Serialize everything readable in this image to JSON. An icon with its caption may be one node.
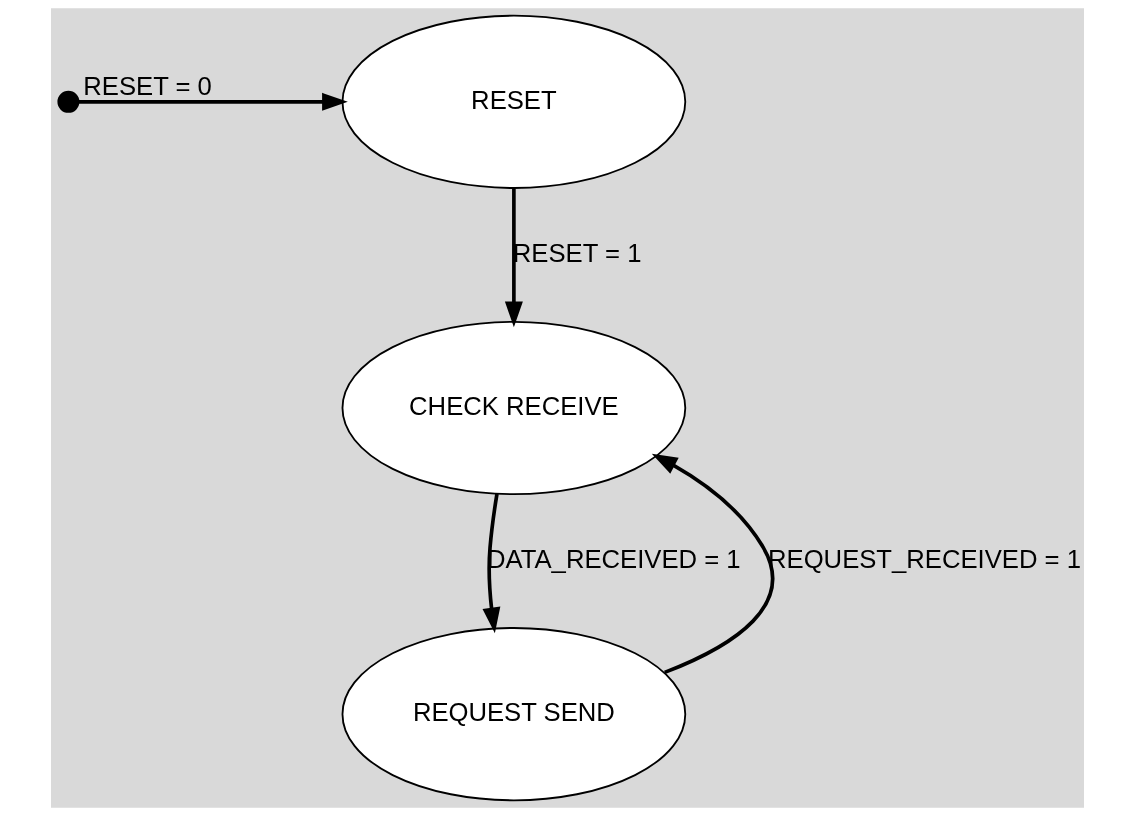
{
  "diagram": {
    "nodes": [
      {
        "text": [],
        "shape": "circle"
      },
      {
        "text": [
          "RESET"
        ]
      },
      {
        "text": [
          "CHECK RECEIVE"
        ]
      },
      {
        "text": [
          "REQUEST SEND"
        ]
      }
    ],
    "edges": [
      {
        "from": 0,
        "to": 1,
        "arrow": "to",
        "label": "RESET = 0"
      },
      {
        "from": 1,
        "to": 2,
        "arrow": "to",
        "label": "RESET = 1"
      },
      {
        "from": 2,
        "to": 3,
        "arrow": "to",
        "label": "DATA_RECEIVED = 1"
      },
      {
        "from": 3,
        "to": 2,
        "arrow": "to",
        "label": "REQUEST_RECEIVED = 1"
      }
    ]
  }
}
